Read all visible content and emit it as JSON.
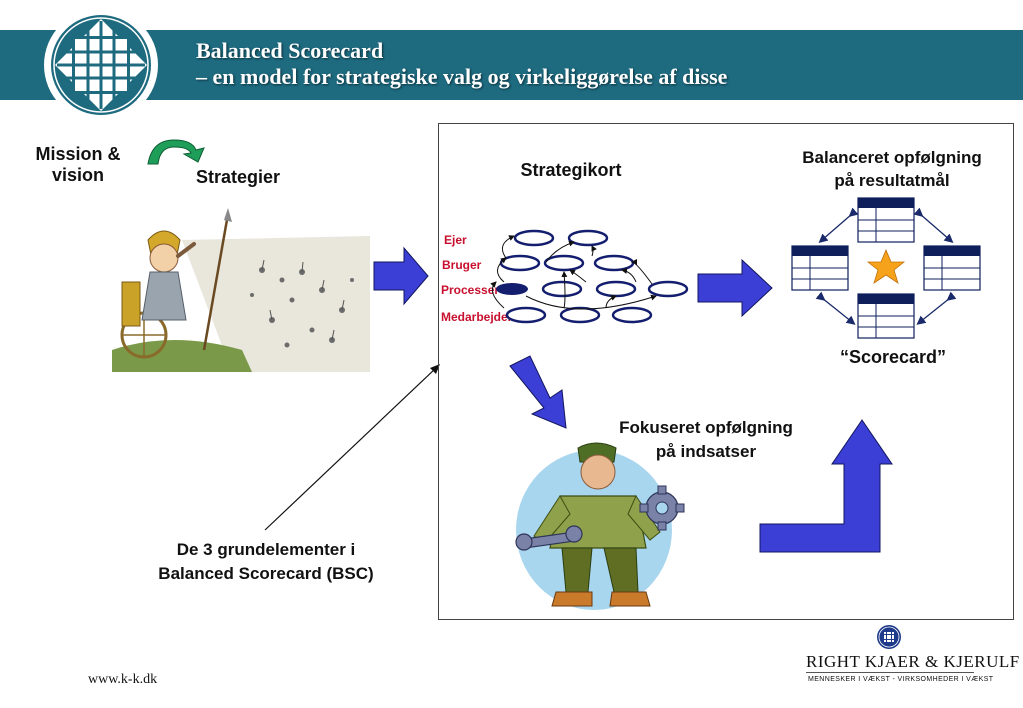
{
  "header": {
    "title_line1": "Balanced Scorecard",
    "title_line2": "– en model for strategiske valg og virkeliggørelse af disse"
  },
  "left": {
    "mission": [
      "Mission &",
      "vision"
    ],
    "strategier": "Strategier",
    "grundelementer": [
      "De 3 grundelementer i",
      "Balanced Scorecard (BSC)"
    ]
  },
  "strategy_map": {
    "title": "Strategikort",
    "layers": [
      "Ejer",
      "Bruger",
      "Processer",
      "Medarbejdere"
    ]
  },
  "balanced": {
    "title": [
      "Balanceret opfølgning",
      "på resultatmål"
    ],
    "scorecard_label": "“Scorecard”"
  },
  "focused": {
    "title": [
      "Fokuseret opfølgning",
      "på indsatser"
    ]
  },
  "footer": {
    "url": "www.k-k.dk",
    "company": "Right Kjaer & Kjerulf",
    "company_display": "RIGHT KJAER & KJERULF",
    "tagline": "MENNESKER I VÆKST - VIRKSOMHEDER I VÆKST"
  },
  "colors": {
    "header": "#1e6b80",
    "arrow_blue": "#3b3fd6",
    "layer_red": "#c8102e",
    "star": "#f6a21a",
    "card_navy": "#0f1f5c"
  },
  "icons": [
    "globe-logo-icon",
    "green-curved-arrow-icon",
    "star-icon"
  ]
}
